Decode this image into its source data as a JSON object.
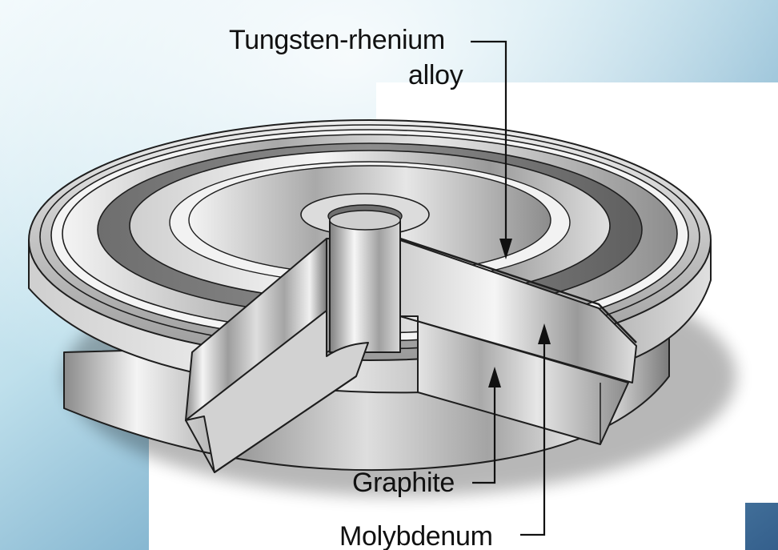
{
  "labels": {
    "tungsten_line1": "Tungsten-rhenium",
    "tungsten_line2": "alloy",
    "graphite": "Graphite",
    "molybdenum": "Molybdenum"
  },
  "colors": {
    "background_dark": "#3f6f9a",
    "background_light": "#dbeff7",
    "panel": "#ffffff",
    "metal_light": "#f2f2f2",
    "metal_mid": "#b9b9b9",
    "metal_dark": "#6b6b6b",
    "outline": "#222222"
  }
}
